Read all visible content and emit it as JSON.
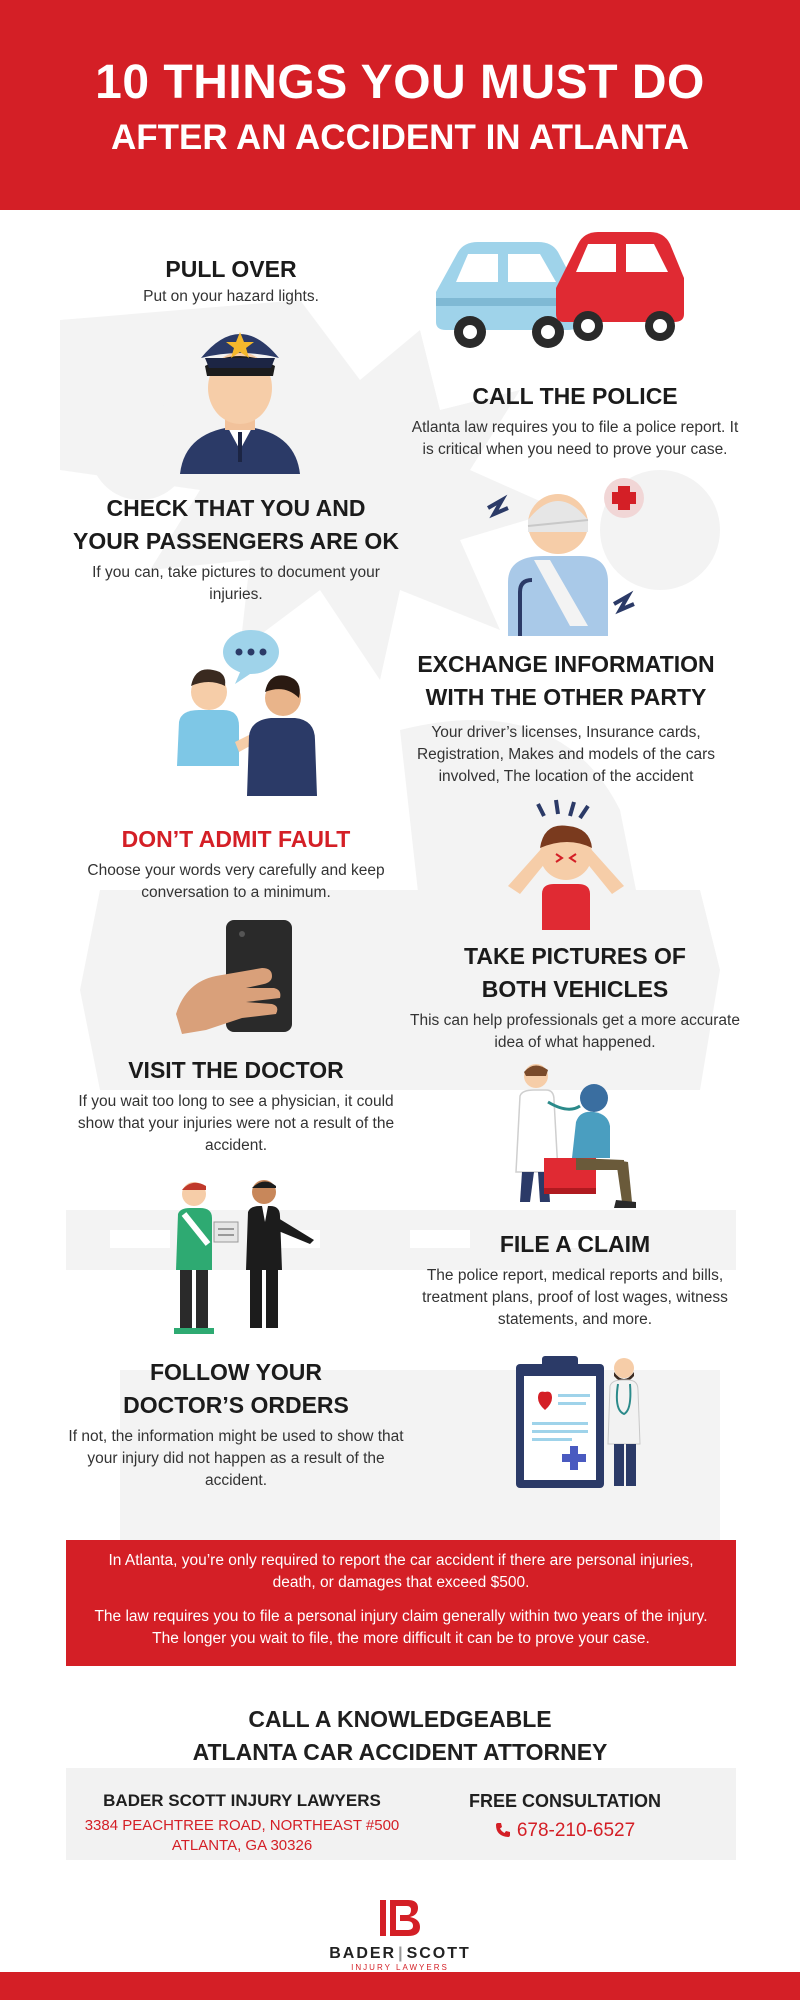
{
  "header": {
    "line1": "10 THINGS YOU MUST DO",
    "line2": "AFTER AN ACCIDENT IN ATLANTA"
  },
  "steps": [
    {
      "title": "PULL OVER",
      "desc": "Put on your hazard lights."
    },
    {
      "title": "CALL THE POLICE",
      "desc": "Atlanta law requires you to file a police report. It is critical when you need to prove your case."
    },
    {
      "title1": "CHECK THAT YOU AND",
      "title2": "YOUR PASSENGERS ARE OK",
      "desc": "If you can, take pictures to document your injuries."
    },
    {
      "title1": "EXCHANGE INFORMATION",
      "title2": "WITH THE OTHER PARTY",
      "desc": "Your driver’s licenses, Insurance cards, Registration, Makes and models of the cars involved, The location of the accident"
    },
    {
      "title": "DON’T ADMIT FAULT",
      "desc": "Choose your words very carefully and keep conversation to a minimum."
    },
    {
      "title1": "TAKE PICTURES OF",
      "title2": "BOTH VEHICLES",
      "desc": "This can help professionals get a more accurate idea of what happened."
    },
    {
      "title": "VISIT THE DOCTOR",
      "desc": "If you wait too long to see a physician, it could show that your injuries were not a result of the accident."
    },
    {
      "title": "FILE A CLAIM",
      "desc": "The police report, medical reports and bills, treatment plans, proof of lost wages, witness statements, and more."
    },
    {
      "title1": "FOLLOW YOUR",
      "title2": "DOCTOR’S ORDERS",
      "desc": "If not, the information might be used to show that your injury did not happen as a result of the accident."
    }
  ],
  "notice": {
    "p1": "In Atlanta, you’re only required to report the car accident if there are personal injuries, death, or damages that exceed $500.",
    "p2": "The law requires you to file a personal injury claim generally within two years of the injury. The longer you wait to file, the more difficult it can be to prove your case."
  },
  "cta": {
    "line1": "CALL A KNOWLEDGEABLE",
    "line2": "ATLANTA CAR ACCIDENT ATTORNEY"
  },
  "firm": {
    "name": "BADER SCOTT INJURY LAWYERS",
    "address1": "3384 PEACHTREE ROAD, NORTHEAST #500",
    "address2": "ATLANTA, GA 30326"
  },
  "consultation": {
    "label": "FREE CONSULTATION",
    "phone": "678-210-6527",
    "phone_icon": "phone-icon"
  },
  "logo": {
    "name_left": "BADER",
    "name_right": "SCOTT",
    "subtitle": "INJURY LAWYERS"
  },
  "colors": {
    "brand_red": "#d41f26",
    "navy": "#2b3a67",
    "light_blue": "#9fd3ea"
  }
}
